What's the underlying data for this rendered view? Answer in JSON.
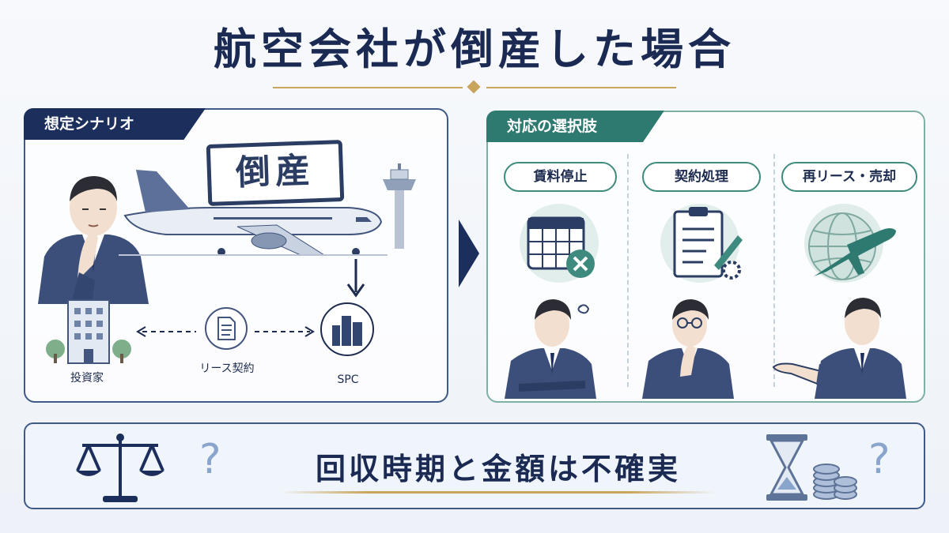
{
  "title": "航空会社が倒産した場合",
  "scenario": {
    "tag": "想定シナリオ",
    "stamp": "倒産",
    "investor_label": "投資家",
    "lease_label": "リース契約",
    "spc_label": "SPC"
  },
  "options": {
    "tag": "対応の選択肢",
    "items": [
      {
        "label": "賃料停止",
        "icon": "calendar-cancel-icon"
      },
      {
        "label": "契約処理",
        "icon": "clipboard-pen-icon"
      },
      {
        "label": "再リース・売却",
        "icon": "globe-airplane-icon"
      }
    ]
  },
  "conclusion": {
    "text": "回収時期と金額は不確実",
    "qmark": "?"
  },
  "colors": {
    "navy": "#1b2e5c",
    "teal": "#2f7a70",
    "gold": "#c9a45c"
  }
}
